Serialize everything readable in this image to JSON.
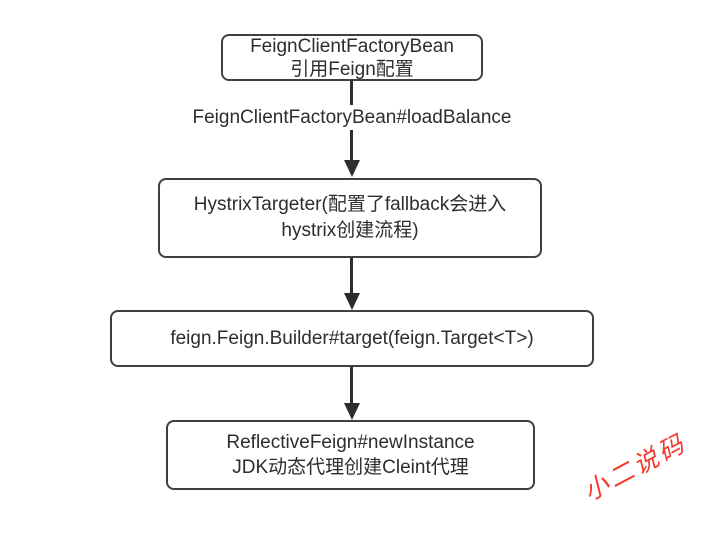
{
  "diagram": {
    "nodes": [
      {
        "name": "feign-client-factory-bean",
        "lines": [
          "FeignClientFactoryBean",
          "引用Feign配置"
        ]
      },
      {
        "name": "hystrix-targeter",
        "lines": [
          "HystrixTargeter(配置了fallback会进入",
          "hystrix创建流程)"
        ]
      },
      {
        "name": "feign-builder-target",
        "lines": [
          "feign.Feign.Builder#target(feign.Target<T>)"
        ]
      },
      {
        "name": "reflective-feign-new-instance",
        "lines": [
          "ReflectiveFeign#newInstance",
          "JDK动态代理创建Cleint代理"
        ]
      }
    ],
    "edge_label": "FeignClientFactoryBean#loadBalance",
    "watermark": {
      "text": "小二说码"
    },
    "colors": {
      "background": "#ffffff",
      "box_border": "#3f3f3f",
      "text": "#2d2d2d",
      "arrow": "#2d2d2d",
      "watermark": "#f23a2d"
    }
  }
}
